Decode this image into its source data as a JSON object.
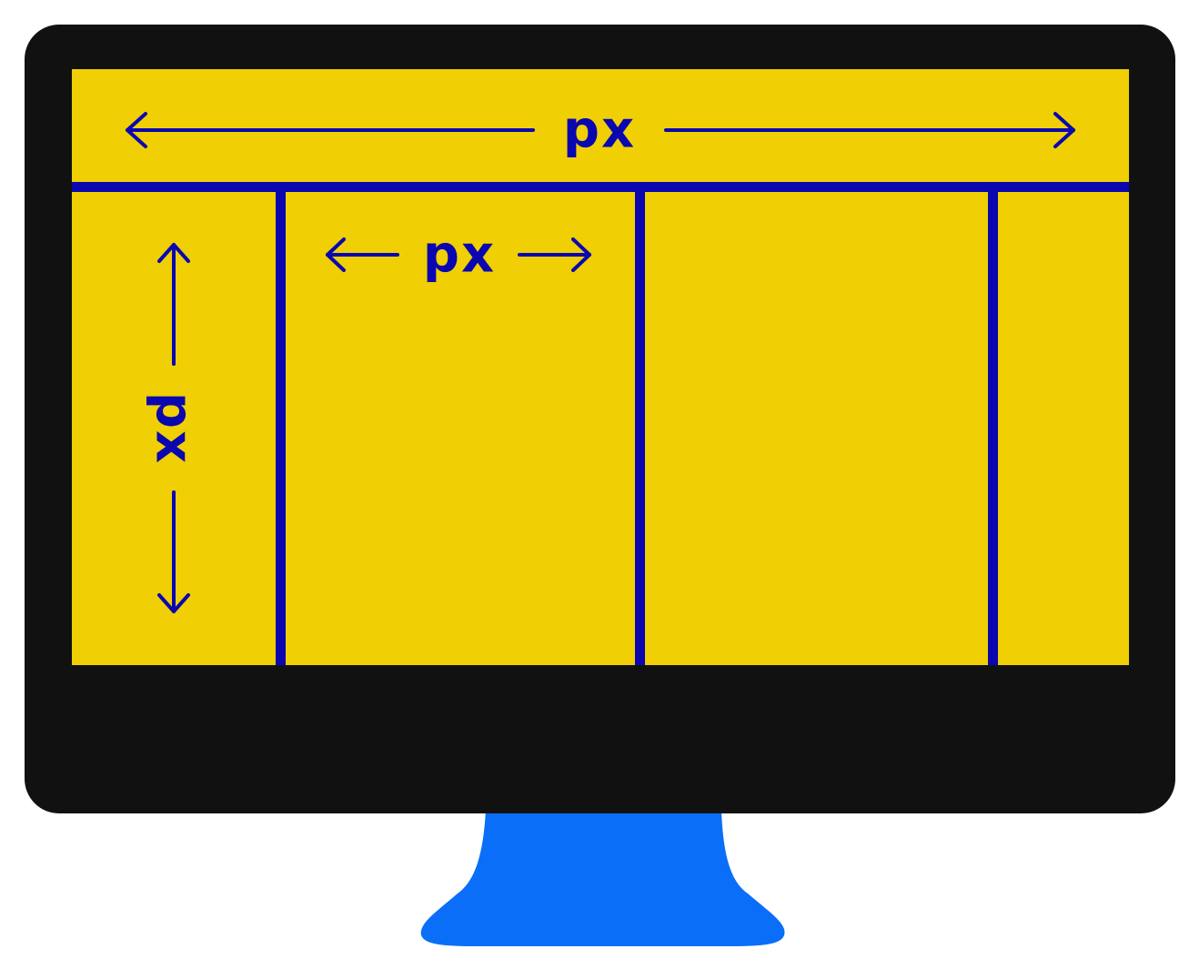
{
  "labels": {
    "total_width": "px",
    "column_width": "px",
    "row_height": "px"
  },
  "colors": {
    "bezel": "#111111",
    "screen": "#f0cf04",
    "lines": "#0a06b0",
    "stand": "#0a6ef8",
    "background": "#ffffff"
  }
}
